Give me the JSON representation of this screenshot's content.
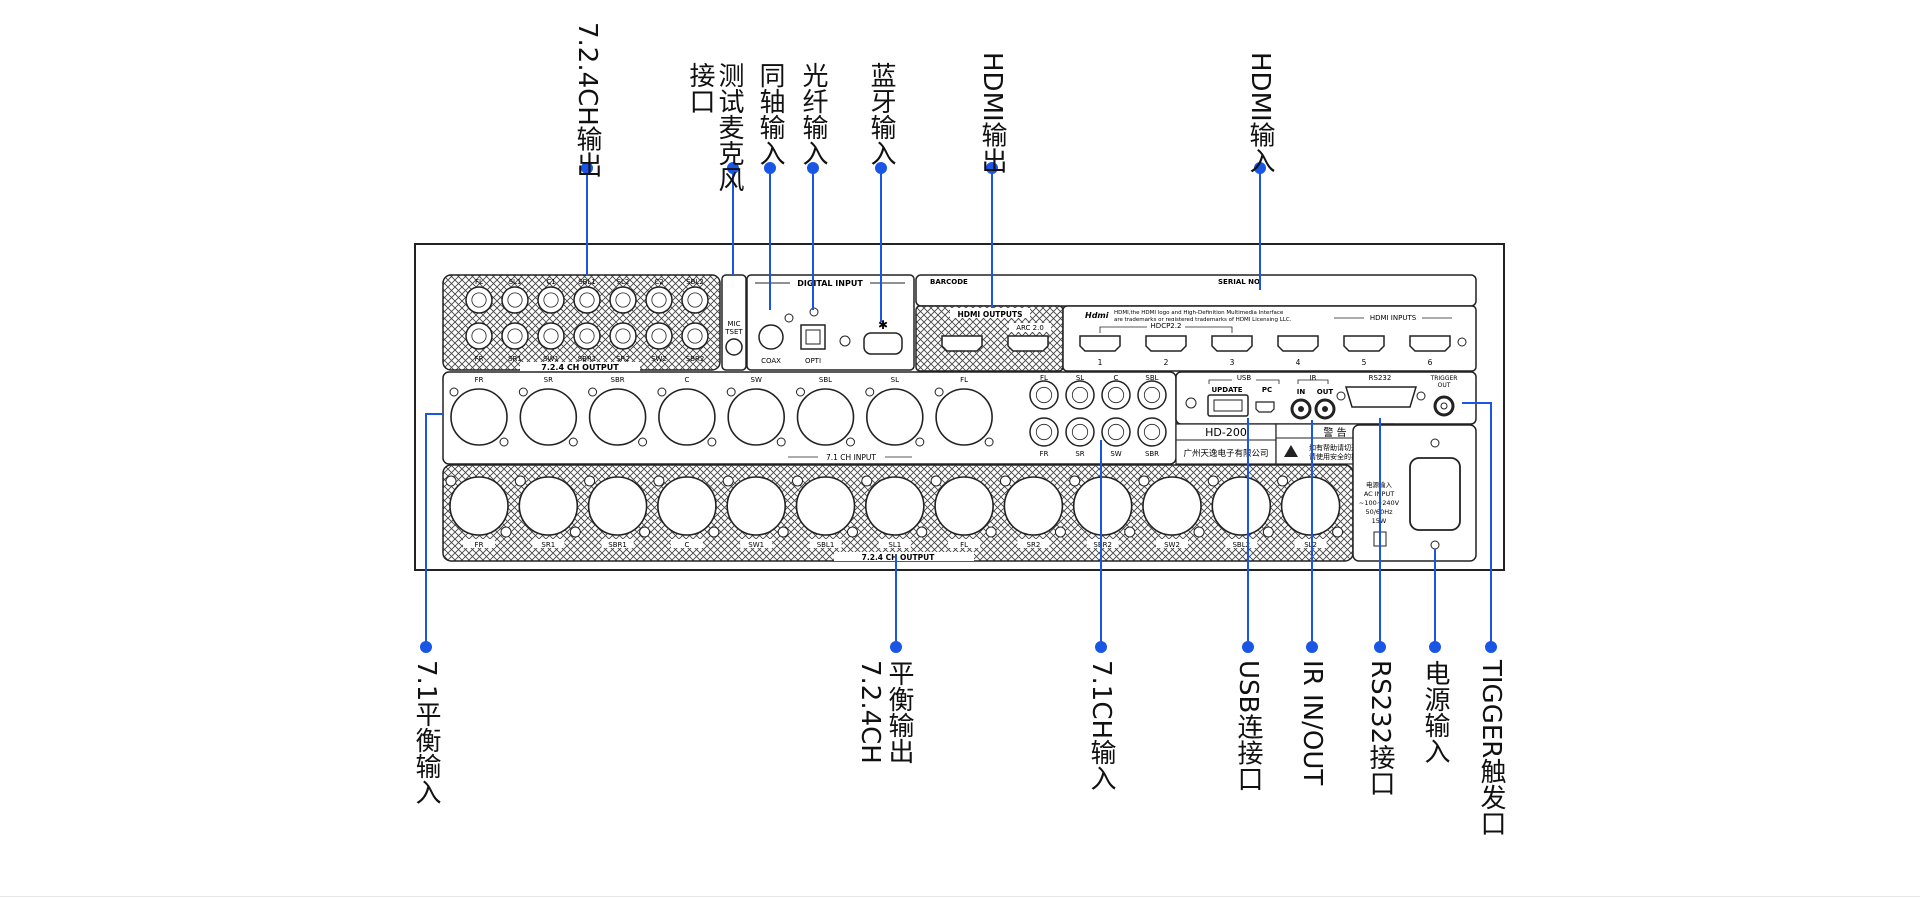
{
  "callouts_top": [
    {
      "id": "out724",
      "text": "7.2.4CH输出"
    },
    {
      "id": "mic",
      "lines": [
        "测试",
        "麦克",
        "风"
      ],
      "text": "测试麦克风"
    },
    {
      "id": "mic2",
      "text": "接口"
    },
    {
      "id": "coax",
      "text": "同轴输入"
    },
    {
      "id": "opti",
      "text": "光纤输入"
    },
    {
      "id": "bt",
      "text": "蓝牙输入"
    },
    {
      "id": "hdmiout",
      "text": "HDMI输出"
    },
    {
      "id": "hdmiin",
      "text": "HDMI输入"
    }
  ],
  "callouts_bottom": [
    {
      "id": "bal71in",
      "text": "7.1平衡输入"
    },
    {
      "id": "bal724out",
      "text": "平衡输出"
    },
    {
      "id": "bal724out2",
      "text": "7.2.4CH"
    },
    {
      "id": "in71",
      "text": "7.1CH输入"
    },
    {
      "id": "usb",
      "text": "USB连接口"
    },
    {
      "id": "ir",
      "text": "IR IN/OUT"
    },
    {
      "id": "rs232",
      "text": "RS232接口"
    },
    {
      "id": "power",
      "text": "电源输入"
    },
    {
      "id": "trigger",
      "text": "TIGGER触发口"
    }
  ],
  "panel": {
    "rca_top_labels": [
      "FL",
      "SL1",
      "C1",
      "SBL1",
      "SL2",
      "C2",
      "SBL2"
    ],
    "rca_bottom_labels": [
      "FR",
      "SR1",
      "SW1",
      "SBR1",
      "SR2",
      "SW2",
      "SBR2"
    ],
    "rca_group_label": "7.2.4 CH OUTPUT",
    "mic_label_1": "MIC",
    "mic_label_2": "TSET",
    "digital_input_label": "DIGITAL  INPUT",
    "coax_label": "COAX",
    "opti_label": "OPTI",
    "bluetooth_symbol": "✱",
    "barcode_label": "BARCODE",
    "serial_label": "SERIAL NO",
    "hdmi_outputs_label": "HDMI OUTPUTS",
    "arc_label": "ARC 2.0",
    "hdmi_logo": "Hdmi",
    "hdmi_notice_1": "HDMI,the HDMI logo and High-Definition  Multimedia Interface",
    "hdmi_notice_2": "are trademarks or registered trademarks of HDMI Licensing LLC.",
    "hdmi_inputs_label": "HDMI INPUTS",
    "hdcp_label": "HDCP2.2",
    "hdmi_in_numbers": [
      "1",
      "2",
      "3",
      "4",
      "5",
      "6"
    ],
    "xlr_in_labels": [
      "FR",
      "SR",
      "SBR",
      "C",
      "SW",
      "SBL",
      "SL",
      "FL"
    ],
    "xlr_in_group": "7.1 CH INPUT",
    "rca71_top": [
      "FL",
      "SL",
      "C",
      "SBL"
    ],
    "rca71_bottom": [
      "FR",
      "SR",
      "SW",
      "SBR"
    ],
    "usb_label": "USB",
    "update_label": "UPDATE",
    "pc_label": "PC",
    "ir_label": "IR",
    "ir_in": "IN",
    "ir_out": "OUT",
    "rs232_label": "RS232",
    "trigger_label_1": "TRIGGER",
    "trigger_label_2": "OUT",
    "model": "HD-200",
    "company": "广州天逸电子有限公司",
    "warning_title": "警  告",
    "warning_line1": "如有帮助请切开盖",
    "warning_line2": "请使用安全的插座",
    "xlr_out_labels": [
      "FR",
      "SR1",
      "SBR1",
      "C",
      "SW1",
      "SBL1",
      "SL1",
      "FL",
      "SR2",
      "SBR2",
      "SW2",
      "SBL2",
      "SL2"
    ],
    "xlr_out_group": "7.2.4 CH OUTPUT",
    "power_line1": "电源输入",
    "power_line2": "AC INPUT",
    "power_line3": "~100~240V",
    "power_line4": "50/60Hz",
    "power_line5": "15W"
  }
}
